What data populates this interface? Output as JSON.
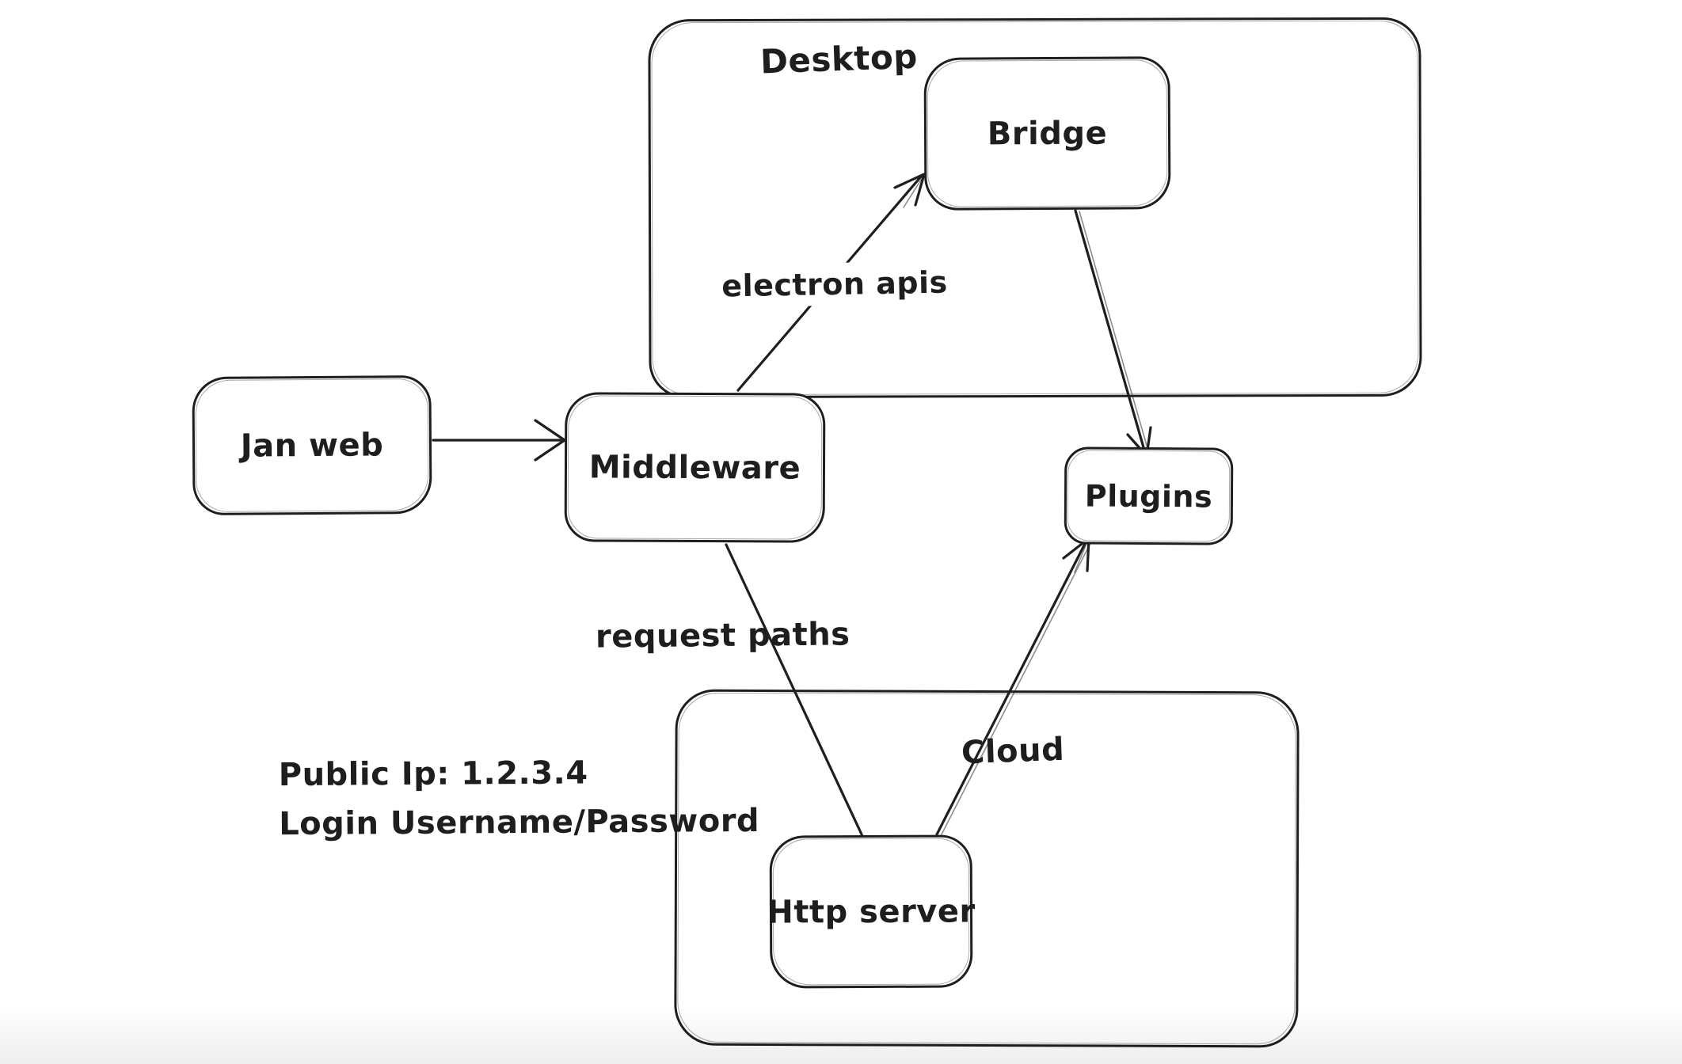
{
  "diagram": {
    "colors": {
      "stroke": "#1e1e1e",
      "background": "#ffffff"
    },
    "containers": [
      {
        "id": "desktop",
        "label": "Desktop"
      },
      {
        "id": "cloud",
        "label": "Cloud"
      }
    ],
    "nodes": [
      {
        "id": "jan-web",
        "label": "Jan web"
      },
      {
        "id": "middleware",
        "label": "Middleware"
      },
      {
        "id": "bridge",
        "label": "Bridge"
      },
      {
        "id": "plugins",
        "label": "Plugins"
      },
      {
        "id": "http-server",
        "label": "Http server"
      }
    ],
    "edges": [
      {
        "from": "jan-web",
        "to": "middleware",
        "label": ""
      },
      {
        "from": "middleware",
        "to": "bridge",
        "label": "electron apis"
      },
      {
        "from": "bridge",
        "to": "plugins",
        "label": ""
      },
      {
        "from": "middleware",
        "to": "http-server",
        "label": "request paths"
      },
      {
        "from": "http-server",
        "to": "plugins",
        "label": ""
      }
    ],
    "annotations": {
      "public_ip": "Public Ip: 1.2.3.4",
      "login": "Login Username/Password"
    }
  }
}
